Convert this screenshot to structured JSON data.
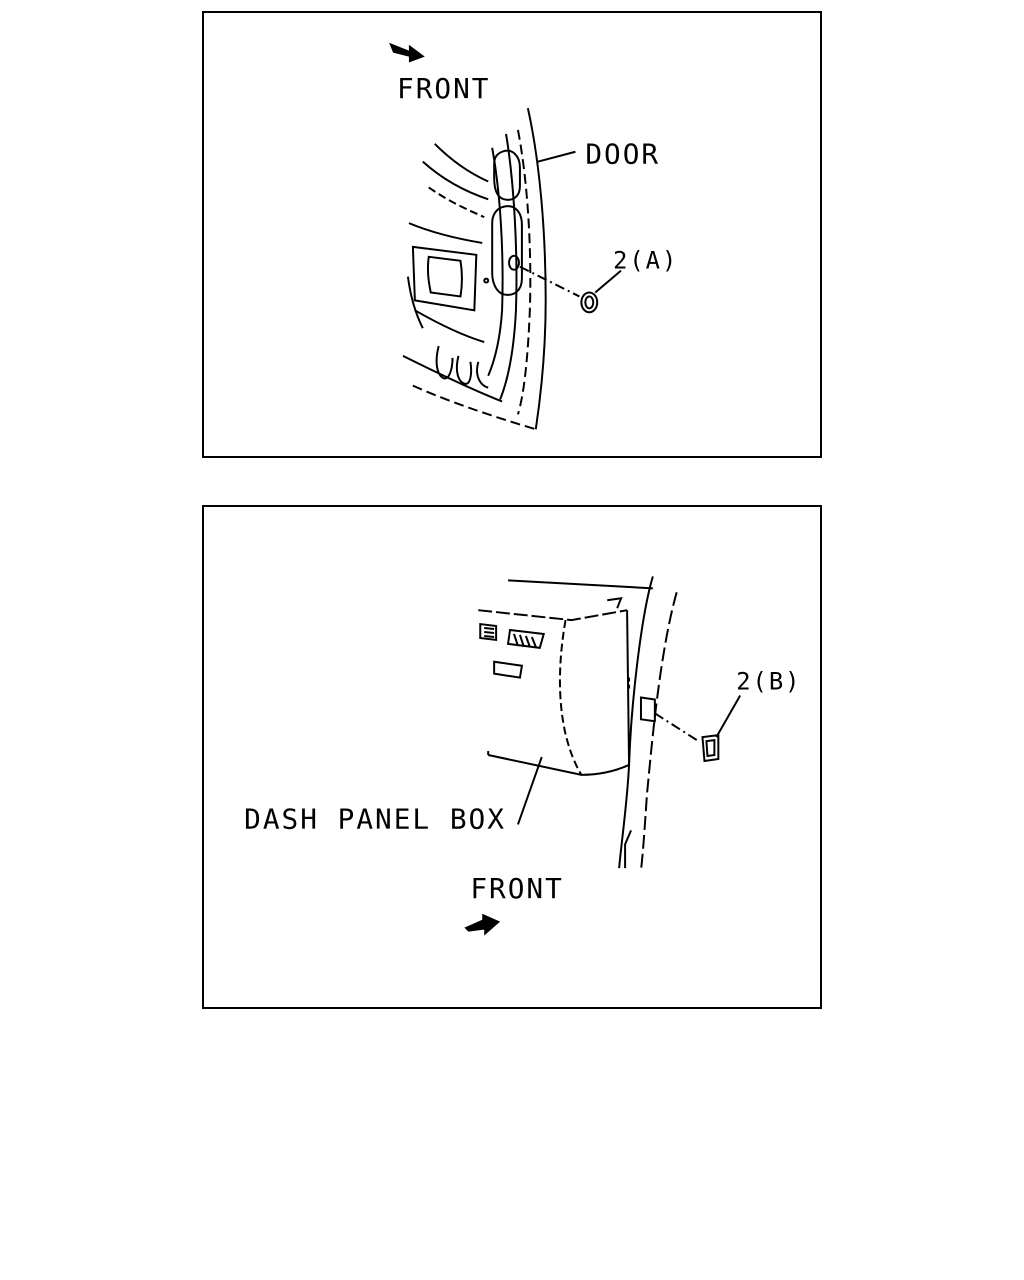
{
  "top_diagram": {
    "front_label": "FRONT",
    "door_label": "DOOR",
    "part_label": "2(A)",
    "arrow_icon": "front-direction-arrow-icon"
  },
  "bottom_diagram": {
    "front_label": "FRONT",
    "dash_panel_label": "DASH PANEL BOX",
    "part_label": "2(B)",
    "arrow_icon": "front-direction-arrow-icon"
  },
  "colors": {
    "line": "#000000",
    "background": "#ffffff"
  }
}
